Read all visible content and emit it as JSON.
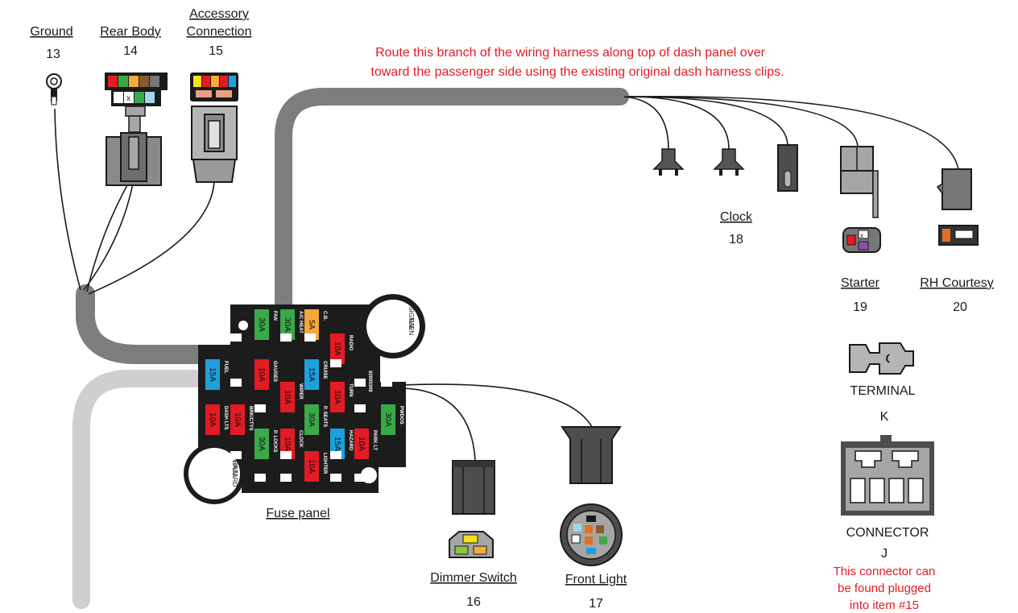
{
  "note": {
    "line1": "Route this branch of the wiring harness along top of dash panel over",
    "line2": "toward the passenger side using the existing original dash harness clips."
  },
  "items": {
    "ground": {
      "label": "Ground",
      "number": "13"
    },
    "rear_body": {
      "label": "Rear Body",
      "number": "14"
    },
    "accessory": {
      "label1": "Accessory",
      "label2": "Connection",
      "number": "15"
    },
    "clock": {
      "label": "Clock",
      "number": "18"
    },
    "starter": {
      "label": "Starter",
      "number": "19"
    },
    "rh_courtesy": {
      "label": "RH Courtesy",
      "number": "20"
    },
    "terminal": {
      "label": "TERMINAL",
      "letter": "K"
    },
    "connector": {
      "label": "CONNECTOR",
      "letter": "J",
      "note1": "This connector can",
      "note2": "be found plugged",
      "note3": "into item #15"
    },
    "fuse_panel": {
      "label": "Fuse panel",
      "part_no": "92005308",
      "turn_signal1": "TURN",
      "turn_signal2": "SIGNAL",
      "hazard_signal1": "HAZARD",
      "hazard_signal2": "SIGNAL"
    },
    "dimmer": {
      "label": "Dimmer Switch",
      "number": "16"
    },
    "front_light": {
      "label": "Front Light",
      "number": "17"
    }
  },
  "fuses": [
    {
      "rating": "30A",
      "name": "FAN",
      "color": "#3aaa49"
    },
    {
      "rating": "30A",
      "name": "A/C HEAT",
      "color": "#3aaa49"
    },
    {
      "rating": "5A",
      "name": "C.B.",
      "color": "#f7a83c"
    },
    {
      "rating": "10A",
      "name": "RADIO",
      "color": "#e31b23"
    },
    {
      "rating": "15A",
      "name": "FUEL",
      "color": "#1ea0dc"
    },
    {
      "rating": "10A",
      "name": "GAUGES",
      "color": "#e31b23"
    },
    {
      "rating": "15A",
      "name": "CRUISE",
      "color": "#1ea0dc"
    },
    {
      "rating": "10A",
      "name": "TURN",
      "color": "#e31b23"
    },
    {
      "rating": "10A",
      "name": "WIPER",
      "color": "#e31b23"
    },
    {
      "rating": "10A",
      "name": "DASH LTS",
      "color": "#e31b23"
    },
    {
      "rating": "10A",
      "name": "BRK/CTYS",
      "color": "#e31b23"
    },
    {
      "rating": "30A",
      "name": "P. SEATS",
      "color": "#3aaa49"
    },
    {
      "rating": "30A",
      "name": "PWDOS",
      "color": "#3aaa49"
    },
    {
      "rating": "30A",
      "name": "P. LOCKS",
      "color": "#3aaa49"
    },
    {
      "rating": "10A",
      "name": "CLOCK",
      "color": "#e31b23"
    },
    {
      "rating": "15A",
      "name": "HAZARD",
      "color": "#1ea0dc"
    },
    {
      "rating": "10A",
      "name": "PARK LT",
      "color": "#e31b23"
    },
    {
      "rating": "10A",
      "name": "LIGHTER",
      "color": "#e31b23"
    }
  ],
  "colors": {
    "harness_dark": "#7d7d7d",
    "harness_light": "#cfcfcf",
    "connector_gray": "#a6a6a6",
    "connector_dark": "#4d4d4d",
    "panel": "#1c1c1c",
    "note_red": "#e31b23"
  }
}
